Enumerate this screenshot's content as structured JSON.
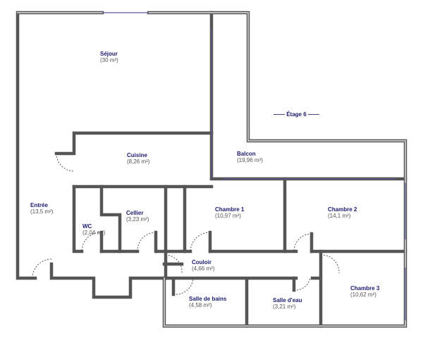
{
  "floor_label": "Étage 6",
  "rooms": [
    {
      "name": "Séjour",
      "area": "(30 m²)"
    },
    {
      "name": "Cuisine",
      "area": "(8,26 m²)"
    },
    {
      "name": "Balcon",
      "area": "(19,96 m²)"
    },
    {
      "name": "Entrée",
      "area": "(13,5 m²)"
    },
    {
      "name": "WC",
      "area": "(2,04 m²)"
    },
    {
      "name": "Cellier",
      "area": "(3,23 m²)"
    },
    {
      "name": "Chambre 1",
      "area": "(10,97 m²)"
    },
    {
      "name": "Chambre 2",
      "area": "(14,1 m²)"
    },
    {
      "name": "Couloir",
      "area": "(4,66 m²)"
    },
    {
      "name": "Chambre 3",
      "area": "(10,62 m²)"
    },
    {
      "name": "Salle de bains",
      "area": "(4,58 m²)"
    },
    {
      "name": "Salle d'eau",
      "area": "(3,21 m²)"
    }
  ],
  "colors": {
    "wall": "#555555",
    "label": "#1a1a6e",
    "window": "#5a5a9a"
  }
}
